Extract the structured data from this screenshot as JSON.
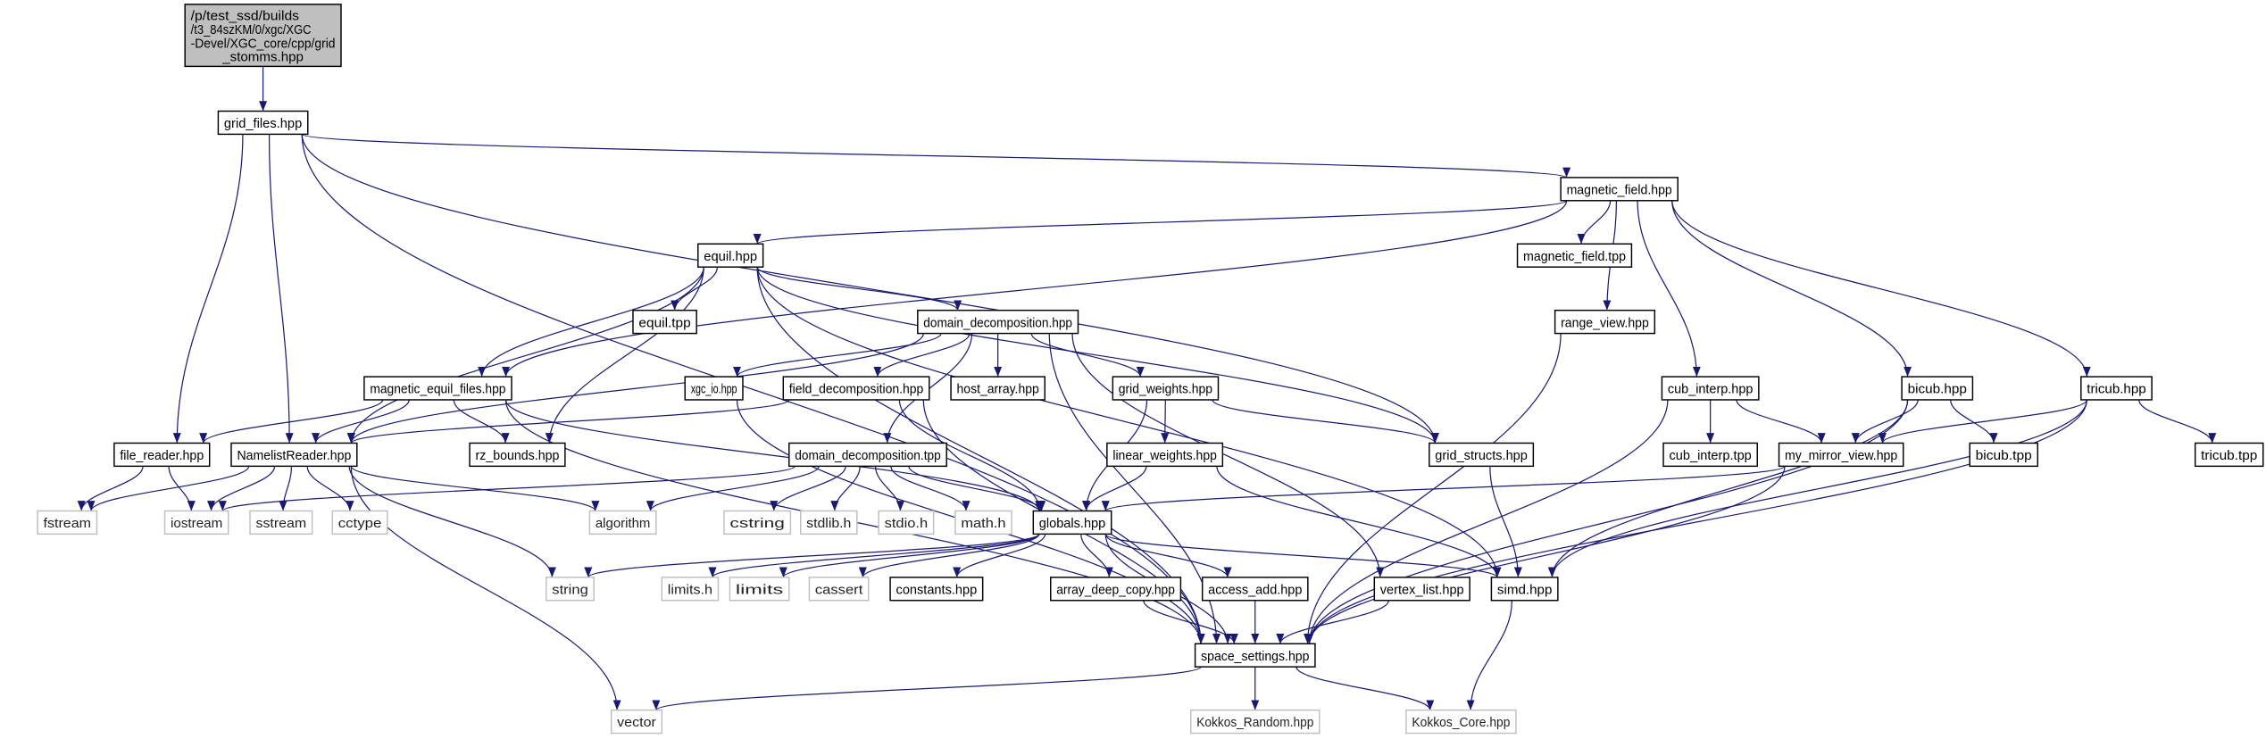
{
  "colors": {
    "edge": "#191970",
    "root_fill": "#bfbfbf",
    "documented_border": "#000000",
    "external_border": "#bfbfbf"
  },
  "nodes": {
    "root": {
      "label": [
        "/p/test_ssd/builds",
        "/t3_84szKM/0/xgc/XGC",
        "-Devel/XGC_core/cpp/grid",
        "_stomms.hpp"
      ],
      "kind": "root"
    },
    "grid_files": {
      "label": "grid_files.hpp",
      "kind": "documented"
    },
    "magnetic_field": {
      "label": "magnetic_field.hpp",
      "kind": "documented"
    },
    "equil": {
      "label": "equil.hpp",
      "kind": "documented"
    },
    "magnetic_field_tpp": {
      "label": "magnetic_field.tpp",
      "kind": "documented"
    },
    "equil_tpp": {
      "label": "equil.tpp",
      "kind": "documented"
    },
    "domain_decomposition_hpp": {
      "label": "domain_decomposition.hpp",
      "kind": "documented"
    },
    "range_view": {
      "label": "range_view.hpp",
      "kind": "documented"
    },
    "magnetic_equil_files": {
      "label": "magnetic_equil_files.hpp",
      "kind": "documented"
    },
    "xgc_io": {
      "label": "xgc_io.hpp",
      "kind": "documented"
    },
    "field_decomposition": {
      "label": "field_decomposition.hpp",
      "kind": "documented"
    },
    "host_array": {
      "label": "host_array.hpp",
      "kind": "documented"
    },
    "grid_weights": {
      "label": "grid_weights.hpp",
      "kind": "documented"
    },
    "cub_interp": {
      "label": "cub_interp.hpp",
      "kind": "documented"
    },
    "bicub": {
      "label": "bicub.hpp",
      "kind": "documented"
    },
    "tricub": {
      "label": "tricub.hpp",
      "kind": "documented"
    },
    "file_reader": {
      "label": "file_reader.hpp",
      "kind": "documented"
    },
    "NamelistReader": {
      "label": "NamelistReader.hpp",
      "kind": "documented"
    },
    "rz_bounds": {
      "label": "rz_bounds.hpp",
      "kind": "documented"
    },
    "domain_decomposition_tpp": {
      "label": "domain_decomposition.tpp",
      "kind": "documented"
    },
    "linear_weights": {
      "label": "linear_weights.hpp",
      "kind": "documented"
    },
    "grid_structs": {
      "label": "grid_structs.hpp",
      "kind": "documented"
    },
    "cub_interp_tpp": {
      "label": "cub_interp.tpp",
      "kind": "documented"
    },
    "my_mirror_view": {
      "label": "my_mirror_view.hpp",
      "kind": "documented"
    },
    "bicub_tpp": {
      "label": "bicub.tpp",
      "kind": "documented"
    },
    "tricub_tpp": {
      "label": "tricub.tpp",
      "kind": "documented"
    },
    "fstream": {
      "label": "fstream",
      "kind": "external"
    },
    "iostream": {
      "label": "iostream",
      "kind": "external"
    },
    "sstream": {
      "label": "sstream",
      "kind": "external"
    },
    "cctype": {
      "label": "cctype",
      "kind": "external"
    },
    "algorithm": {
      "label": "algorithm",
      "kind": "external"
    },
    "cstring": {
      "label": "cstring",
      "kind": "external"
    },
    "stdlib_h": {
      "label": "stdlib.h",
      "kind": "external"
    },
    "stdio_h": {
      "label": "stdio.h",
      "kind": "external"
    },
    "math_h": {
      "label": "math.h",
      "kind": "external"
    },
    "globals": {
      "label": "globals.hpp",
      "kind": "documented"
    },
    "string": {
      "label": "string",
      "kind": "external"
    },
    "limits_h": {
      "label": "limits.h",
      "kind": "external"
    },
    "limits": {
      "label": "limits",
      "kind": "external"
    },
    "cassert": {
      "label": "cassert",
      "kind": "external"
    },
    "constants": {
      "label": "constants.hpp",
      "kind": "documented"
    },
    "array_deep_copy": {
      "label": "array_deep_copy.hpp",
      "kind": "documented"
    },
    "access_add": {
      "label": "access_add.hpp",
      "kind": "documented"
    },
    "vertex_list": {
      "label": "vertex_list.hpp",
      "kind": "documented"
    },
    "simd": {
      "label": "simd.hpp",
      "kind": "documented"
    },
    "space_settings": {
      "label": "space_settings.hpp",
      "kind": "documented"
    },
    "vector": {
      "label": "vector",
      "kind": "external"
    },
    "Kokkos_Random": {
      "label": "Kokkos_Random.hpp",
      "kind": "external"
    },
    "Kokkos_Core": {
      "label": "Kokkos_Core.hpp",
      "kind": "external"
    }
  },
  "edges": [
    [
      "root",
      "grid_files"
    ],
    [
      "grid_files",
      "magnetic_field"
    ],
    [
      "grid_files",
      "grid_structs"
    ],
    [
      "grid_files",
      "space_settings"
    ],
    [
      "grid_files",
      "file_reader"
    ],
    [
      "grid_files",
      "NamelistReader"
    ],
    [
      "magnetic_field",
      "equil"
    ],
    [
      "magnetic_field",
      "magnetic_equil_files"
    ],
    [
      "magnetic_field",
      "magnetic_field_tpp"
    ],
    [
      "magnetic_field",
      "range_view"
    ],
    [
      "magnetic_field",
      "cub_interp"
    ],
    [
      "magnetic_field",
      "bicub"
    ],
    [
      "magnetic_field",
      "tricub"
    ],
    [
      "equil",
      "equil_tpp"
    ],
    [
      "equil",
      "domain_decomposition_hpp"
    ],
    [
      "equil",
      "magnetic_equil_files"
    ],
    [
      "equil",
      "NamelistReader"
    ],
    [
      "equil",
      "rz_bounds"
    ],
    [
      "equil",
      "space_settings"
    ],
    [
      "equil",
      "grid_structs"
    ],
    [
      "equil",
      "simd"
    ],
    [
      "magnetic_equil_files",
      "file_reader"
    ],
    [
      "magnetic_equil_files",
      "NamelistReader"
    ],
    [
      "magnetic_equil_files",
      "rz_bounds"
    ],
    [
      "magnetic_equil_files",
      "space_settings"
    ],
    [
      "magnetic_equil_files",
      "globals"
    ],
    [
      "domain_decomposition_hpp",
      "NamelistReader"
    ],
    [
      "domain_decomposition_hpp",
      "xgc_io"
    ],
    [
      "domain_decomposition_hpp",
      "field_decomposition"
    ],
    [
      "domain_decomposition_hpp",
      "host_array"
    ],
    [
      "domain_decomposition_hpp",
      "grid_weights"
    ],
    [
      "domain_decomposition_hpp",
      "domain_decomposition_tpp"
    ],
    [
      "domain_decomposition_hpp",
      "space_settings"
    ],
    [
      "domain_decomposition_hpp",
      "vertex_list"
    ],
    [
      "xgc_io",
      "space_settings"
    ],
    [
      "field_decomposition",
      "NamelistReader"
    ],
    [
      "field_decomposition",
      "globals"
    ],
    [
      "field_decomposition",
      "space_settings"
    ],
    [
      "grid_weights",
      "globals"
    ],
    [
      "grid_weights",
      "linear_weights"
    ],
    [
      "grid_weights",
      "grid_structs"
    ],
    [
      "linear_weights",
      "globals"
    ],
    [
      "linear_weights",
      "simd"
    ],
    [
      "domain_decomposition_tpp",
      "iostream"
    ],
    [
      "domain_decomposition_tpp",
      "algorithm"
    ],
    [
      "domain_decomposition_tpp",
      "cstring"
    ],
    [
      "domain_decomposition_tpp",
      "stdlib_h"
    ],
    [
      "domain_decomposition_tpp",
      "stdio_h"
    ],
    [
      "domain_decomposition_tpp",
      "math_h"
    ],
    [
      "domain_decomposition_tpp",
      "globals"
    ],
    [
      "file_reader",
      "fstream"
    ],
    [
      "file_reader",
      "iostream"
    ],
    [
      "NamelistReader",
      "fstream"
    ],
    [
      "NamelistReader",
      "iostream"
    ],
    [
      "NamelistReader",
      "sstream"
    ],
    [
      "NamelistReader",
      "cctype"
    ],
    [
      "NamelistReader",
      "string"
    ],
    [
      "NamelistReader",
      "algorithm"
    ],
    [
      "NamelistReader",
      "vector"
    ],
    [
      "globals",
      "string"
    ],
    [
      "globals",
      "limits_h"
    ],
    [
      "globals",
      "limits"
    ],
    [
      "globals",
      "cassert"
    ],
    [
      "globals",
      "constants"
    ],
    [
      "globals",
      "array_deep_copy"
    ],
    [
      "globals",
      "access_add"
    ],
    [
      "globals",
      "simd"
    ],
    [
      "globals",
      "space_settings"
    ],
    [
      "array_deep_copy",
      "space_settings"
    ],
    [
      "access_add",
      "space_settings"
    ],
    [
      "vertex_list",
      "space_settings"
    ],
    [
      "simd",
      "Kokkos_Core"
    ],
    [
      "grid_structs",
      "simd"
    ],
    [
      "range_view",
      "space_settings"
    ],
    [
      "cub_interp",
      "cub_interp_tpp"
    ],
    [
      "cub_interp",
      "my_mirror_view"
    ],
    [
      "cub_interp",
      "space_settings"
    ],
    [
      "bicub",
      "my_mirror_view"
    ],
    [
      "bicub",
      "bicub_tpp"
    ],
    [
      "bicub",
      "simd"
    ],
    [
      "bicub",
      "space_settings"
    ],
    [
      "tricub",
      "my_mirror_view"
    ],
    [
      "tricub",
      "tricub_tpp"
    ],
    [
      "tricub",
      "simd"
    ],
    [
      "tricub",
      "space_settings"
    ],
    [
      "my_mirror_view",
      "globals"
    ],
    [
      "my_mirror_view",
      "space_settings"
    ],
    [
      "space_settings",
      "vector"
    ],
    [
      "space_settings",
      "Kokkos_Random"
    ],
    [
      "space_settings",
      "Kokkos_Core"
    ]
  ]
}
